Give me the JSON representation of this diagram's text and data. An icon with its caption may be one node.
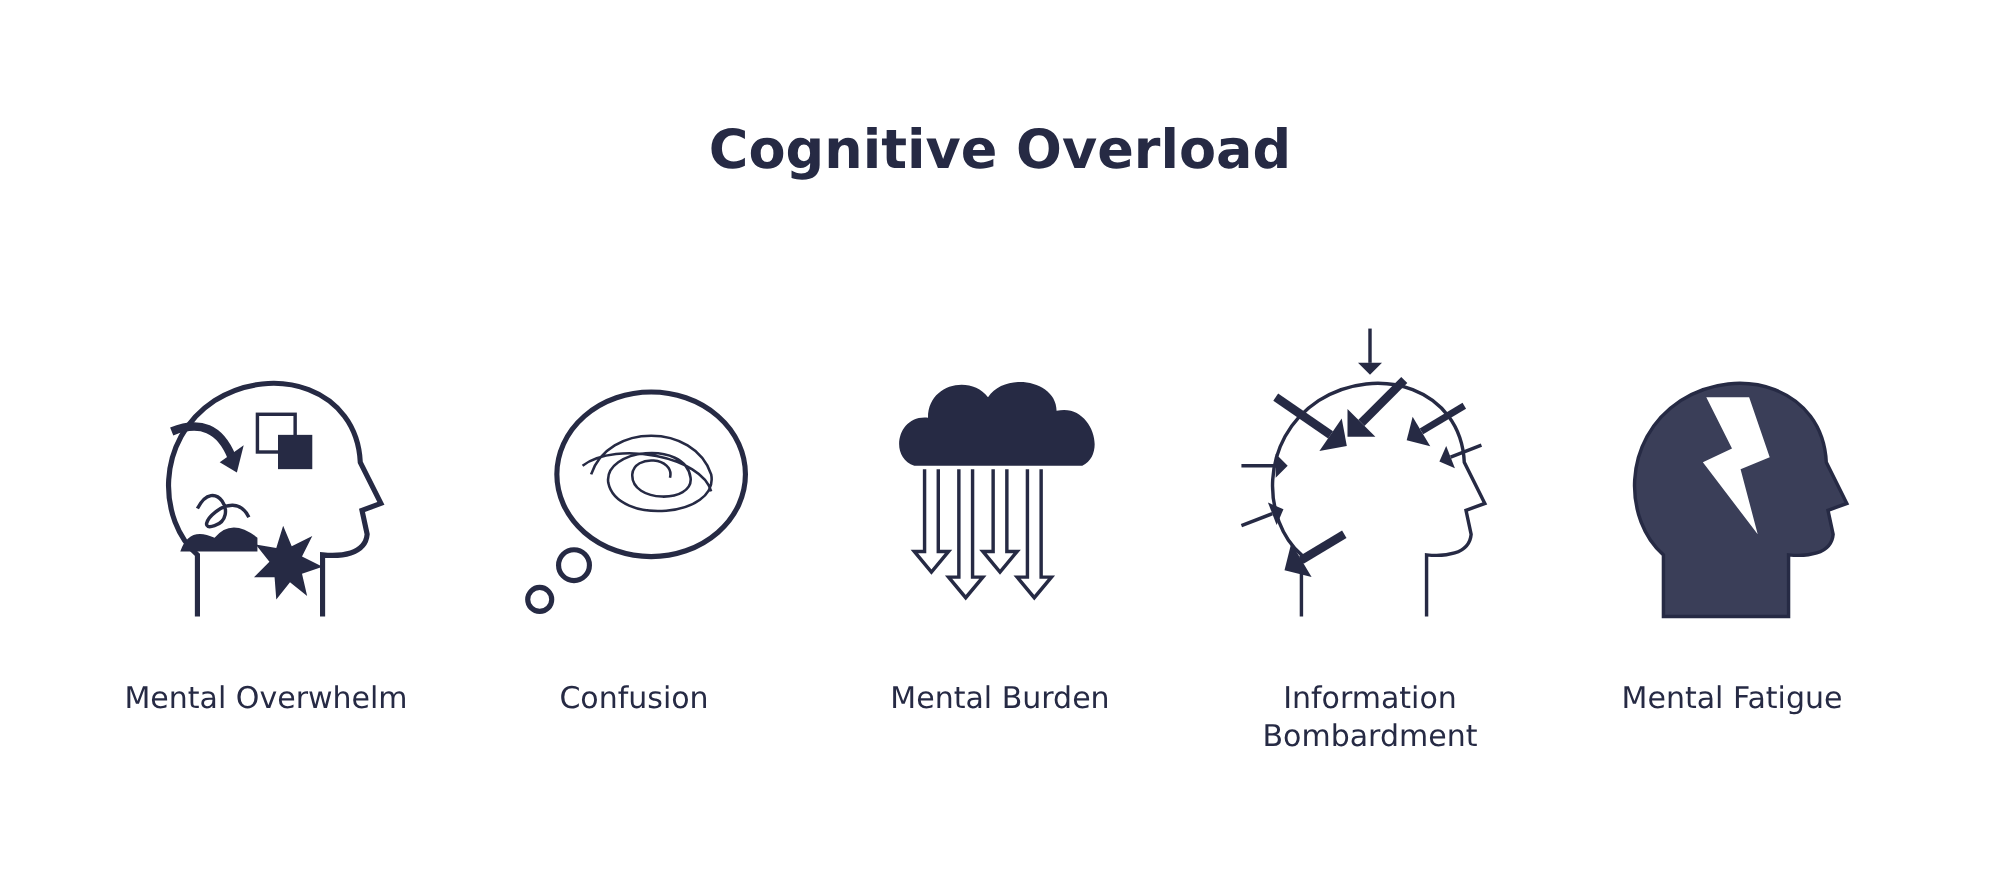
{
  "diagram": {
    "title": "Cognitive Overload",
    "labels": [
      "Mental Overwhelm",
      "Confusion",
      "Mental Burden",
      "Information Bombardment",
      "Mental Fatigue"
    ]
  }
}
